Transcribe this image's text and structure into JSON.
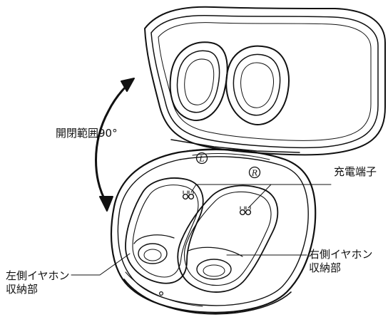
{
  "labels": {
    "opening_angle": "開閉範囲90°",
    "charging_terminal": "充電端子",
    "right_storage_line1": "右側イヤホン",
    "right_storage_line2": "収納部",
    "left_storage_line1": "左側イヤホン",
    "left_storage_line2": "収納部"
  },
  "markers": {
    "left": "L",
    "right": "R"
  },
  "icons": [
    "double-headed-arc-arrow"
  ]
}
